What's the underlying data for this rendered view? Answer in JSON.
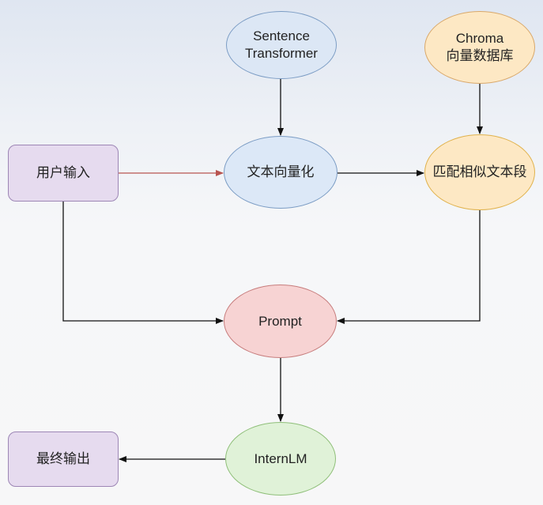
{
  "nodes": {
    "sentence_transformer": "Sentence\nTransformer",
    "chroma": "Chroma\n向量数据库",
    "user_input": "用户输入",
    "text_vectorize": "文本向量化",
    "match_text": "匹配相似文本段",
    "prompt": "Prompt",
    "internlm": "InternLM",
    "final_output": "最终输出"
  },
  "colors": {
    "edge": "#111111",
    "edge_user": "#b85450"
  }
}
